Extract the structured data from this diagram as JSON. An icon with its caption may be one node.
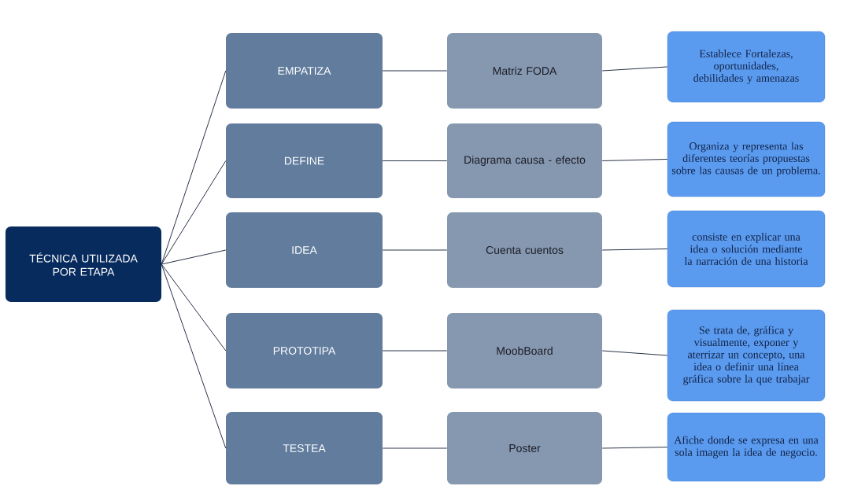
{
  "diagram": {
    "nodes": [
      {
        "text": [
          "TÉCNICA UTILIZADA POR ETAPA"
        ]
      },
      {
        "text": [
          "EMPATIZA"
        ]
      },
      {
        "text": [
          "Matriz FODA"
        ]
      },
      {
        "text": [
          "Establece Fortalezas, oportunidades, debilidades y amenazas"
        ]
      },
      {
        "text": [
          "DEFINE"
        ]
      },
      {
        "text": [
          "Diagrama causa - efecto"
        ]
      },
      {
        "text": [
          "Organiza y representa las diferentes teorías propuestas sobre las causas de un problema."
        ]
      },
      {
        "text": [
          "IDEA"
        ]
      },
      {
        "text": [
          "Cuenta cuentos"
        ]
      },
      {
        "text": [
          "consiste en explicar una idea o solución mediante la narración de una historia"
        ]
      },
      {
        "text": [
          "PROTOTIPA"
        ]
      },
      {
        "text": [
          "MoobBoard"
        ]
      },
      {
        "text": [
          "Se trata de, gráfica y visualmente, exponer y aterrizar un concepto, una idea o definir una línea gráfica sobre la que trabajar"
        ]
      },
      {
        "text": [
          "TESTEA"
        ]
      },
      {
        "text": [
          "Poster"
        ]
      },
      {
        "text": [
          "Afiche donde se expresa en una sola imagen la idea de negocio."
        ]
      }
    ],
    "edges": [
      {
        "from": 0,
        "to": 1,
        "arrow": "none"
      },
      {
        "from": 0,
        "to": 4,
        "arrow": "none"
      },
      {
        "from": 0,
        "to": 7,
        "arrow": "none"
      },
      {
        "from": 0,
        "to": 10,
        "arrow": "none"
      },
      {
        "from": 0,
        "to": 13,
        "arrow": "none"
      },
      {
        "from": 1,
        "to": 2,
        "arrow": "none"
      },
      {
        "from": 2,
        "to": 3,
        "arrow": "none"
      },
      {
        "from": 4,
        "to": 5,
        "arrow": "none"
      },
      {
        "from": 5,
        "to": 6,
        "arrow": "none"
      },
      {
        "from": 7,
        "to": 8,
        "arrow": "none"
      },
      {
        "from": 8,
        "to": 9,
        "arrow": "none"
      },
      {
        "from": 10,
        "to": 11,
        "arrow": "none"
      },
      {
        "from": 11,
        "to": 12,
        "arrow": "none"
      },
      {
        "from": 13,
        "to": 14,
        "arrow": "none"
      },
      {
        "from": 14,
        "to": 15,
        "arrow": "none"
      }
    ]
  }
}
